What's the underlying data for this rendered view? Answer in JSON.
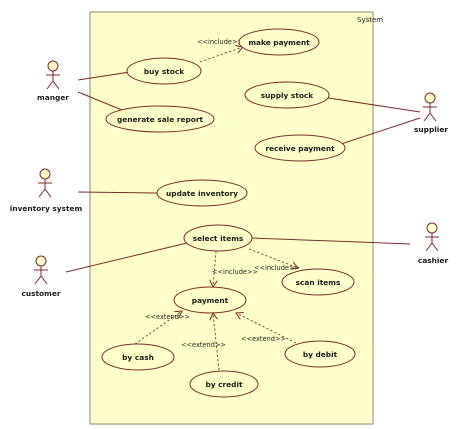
{
  "system": {
    "label": "System"
  },
  "colors": {
    "boundary_fill": "#ffffcc",
    "line": "#7a2a2a"
  },
  "actors": {
    "manger": "manger",
    "inventory_system": "inventory system",
    "customer": "customer",
    "supplier": "supplier",
    "cashier": "cashier"
  },
  "use_cases": {
    "make_payment": "make payment",
    "buy_stock": "buy stock",
    "generate_sale_report": "generate sale report",
    "supply_stock": "supply stock",
    "receive_payment": "receive payment",
    "update_inventory": "update inventory",
    "select_items": "select items",
    "scan_items": "scan items",
    "payment": "payment",
    "by_cash": "by cash",
    "by_credit": "by credit",
    "by_debit": "by debit"
  },
  "stereotypes": {
    "include_make_payment": "<<include>>",
    "include_payment": "<<include>>",
    "include_scan_items": "<<include>>",
    "extend_cash": "<<extend>>",
    "extend_credit": "<<extend>>",
    "extend_debit": "<<extend>>"
  }
}
